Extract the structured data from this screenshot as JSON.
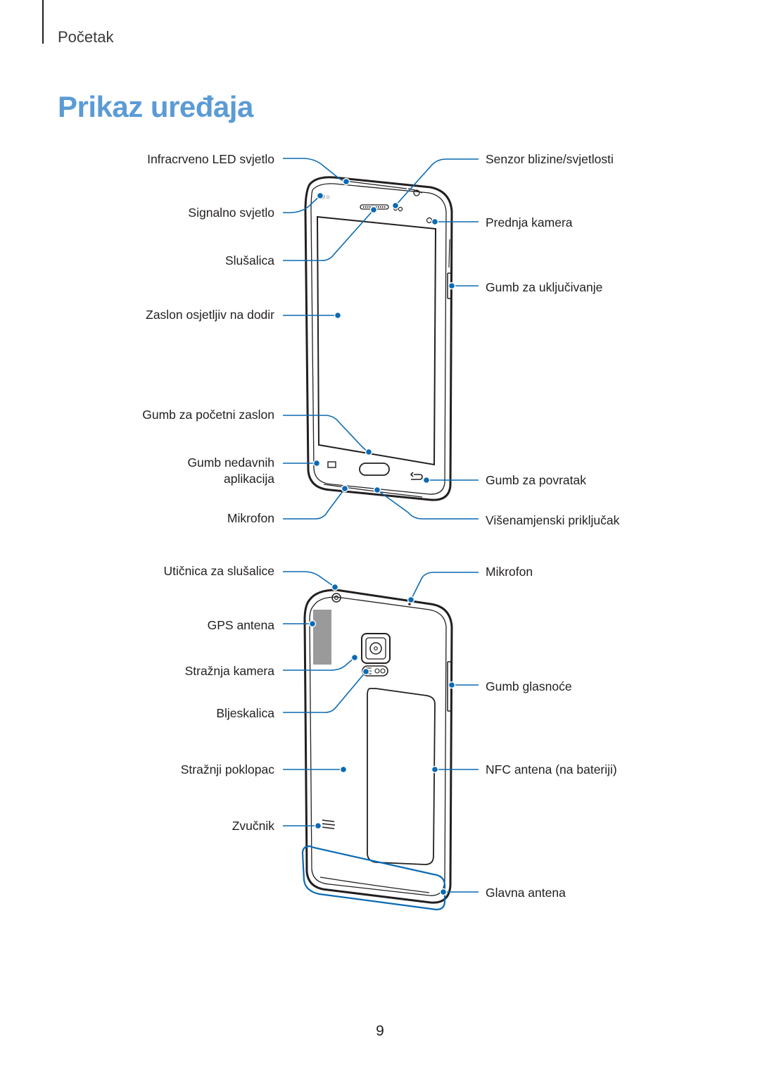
{
  "header": {
    "section": "Početak"
  },
  "title": "Prikaz uređaja",
  "front_labels": {
    "ir_led": "Infracrveno LED svjetlo",
    "notification_light": "Signalno svjetlo",
    "earpiece": "Slušalica",
    "touchscreen": "Zaslon osjetljiv na dodir",
    "home_key": "Gumb za početni zaslon",
    "recent_apps_1": "Gumb nedavnih",
    "recent_apps_2": "aplikacija",
    "microphone_bottom": "Mikrofon",
    "proximity_sensor": "Senzor blizine/svjetlosti",
    "front_camera": "Prednja kamera",
    "power_key": "Gumb za uključivanje",
    "back_key": "Gumb za povratak",
    "multipurpose_jack": "Višenamjenski priključak"
  },
  "back_labels": {
    "headset_jack": "Utičnica za slušalice",
    "gps_antenna": "GPS antena",
    "rear_camera": "Stražnja kamera",
    "flash": "Bljeskalica",
    "back_cover": "Stražnji poklopac",
    "speaker": "Zvučnik",
    "microphone_top": "Mikrofon",
    "volume_key": "Gumb glasnoće",
    "nfc_antenna": "NFC antena (na bateriji)",
    "main_antenna": "Glavna antena"
  },
  "colors": {
    "accent": "#5b9bd5",
    "callout": "#0a6ab4",
    "outline": "#231f20"
  },
  "page_number": "9"
}
